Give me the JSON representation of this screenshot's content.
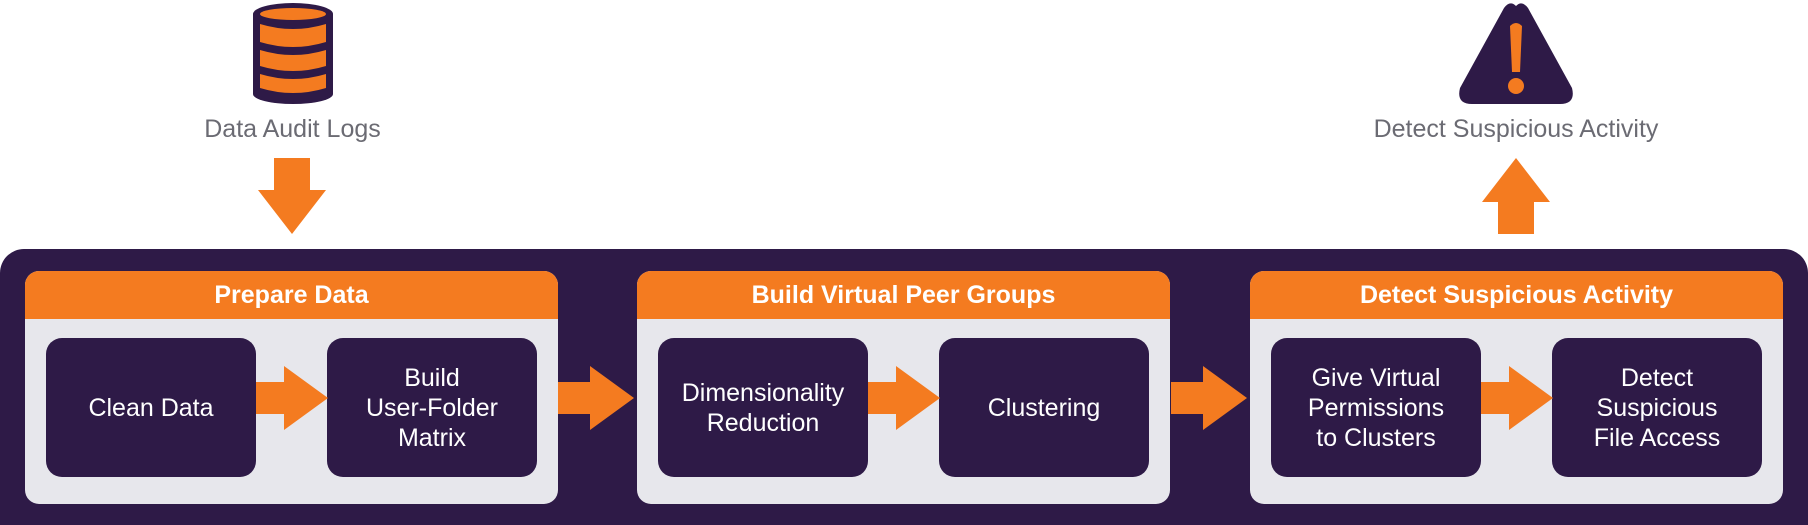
{
  "top": {
    "input_label": "Data Audit Logs",
    "output_label": "Detect Suspicious Activity"
  },
  "stages": [
    {
      "title": "Prepare Data",
      "steps": [
        "Clean Data",
        "Build\nUser-Folder\nMatrix"
      ]
    },
    {
      "title": "Build Virtual Peer Groups",
      "steps": [
        "Dimensionality\nReduction",
        "Clustering"
      ]
    },
    {
      "title": "Detect Suspicious Activity",
      "steps": [
        "Give Virtual\nPermissions\nto Clusters",
        "Detect\nSuspicious\nFile Access"
      ]
    }
  ],
  "icons": {
    "input": "database-icon",
    "output": "warning-icon"
  },
  "colors": {
    "accent_orange": "#f47b20",
    "dark_purple": "#2e1a47",
    "panel_gray": "#e7e7ec",
    "label_gray": "#6b6b73"
  }
}
